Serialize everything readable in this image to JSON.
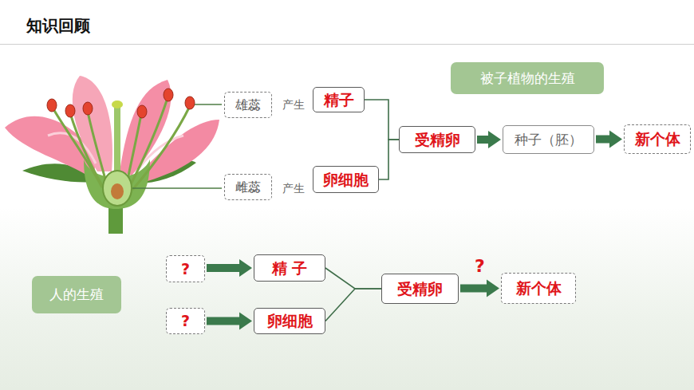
{
  "diagram": {
    "title": "知识回顾",
    "nodes": [
      {
        "text": [
          "被子植物的生殖"
        ]
      },
      {
        "text": [
          "雄蕊"
        ]
      },
      {
        "text": [
          "精子"
        ]
      },
      {
        "text": [
          "受精卵"
        ]
      },
      {
        "text": [
          "种子（胚）"
        ]
      },
      {
        "text": [
          "新个体"
        ]
      },
      {
        "text": [
          "雌蕊"
        ]
      },
      {
        "text": [
          "卵细胞"
        ]
      },
      {
        "text": [
          "?"
        ]
      },
      {
        "text": [
          "精 子"
        ]
      },
      {
        "text": [
          "人的生殖"
        ]
      },
      {
        "text": [
          "受精卵"
        ]
      },
      {
        "text": [
          "新个体"
        ]
      },
      {
        "text": [
          "?"
        ]
      },
      {
        "text": [
          "卵细胞"
        ]
      }
    ],
    "edges": [
      {
        "from": 2,
        "to": 3,
        "arrow": "none"
      },
      {
        "from": 7,
        "to": 3,
        "arrow": "none"
      },
      {
        "from": 3,
        "to": 4,
        "arrow": "to"
      },
      {
        "from": 4,
        "to": 5,
        "arrow": "to"
      },
      {
        "from": 8,
        "to": 9,
        "arrow": "to"
      },
      {
        "from": 13,
        "to": 14,
        "arrow": "to"
      },
      {
        "from": 9,
        "to": 11,
        "arrow": "none"
      },
      {
        "from": 14,
        "to": 11,
        "arrow": "none"
      },
      {
        "from": 11,
        "to": 12,
        "arrow": "to",
        "label": "?"
      }
    ],
    "labels": [
      "产生",
      "产生"
    ]
  }
}
